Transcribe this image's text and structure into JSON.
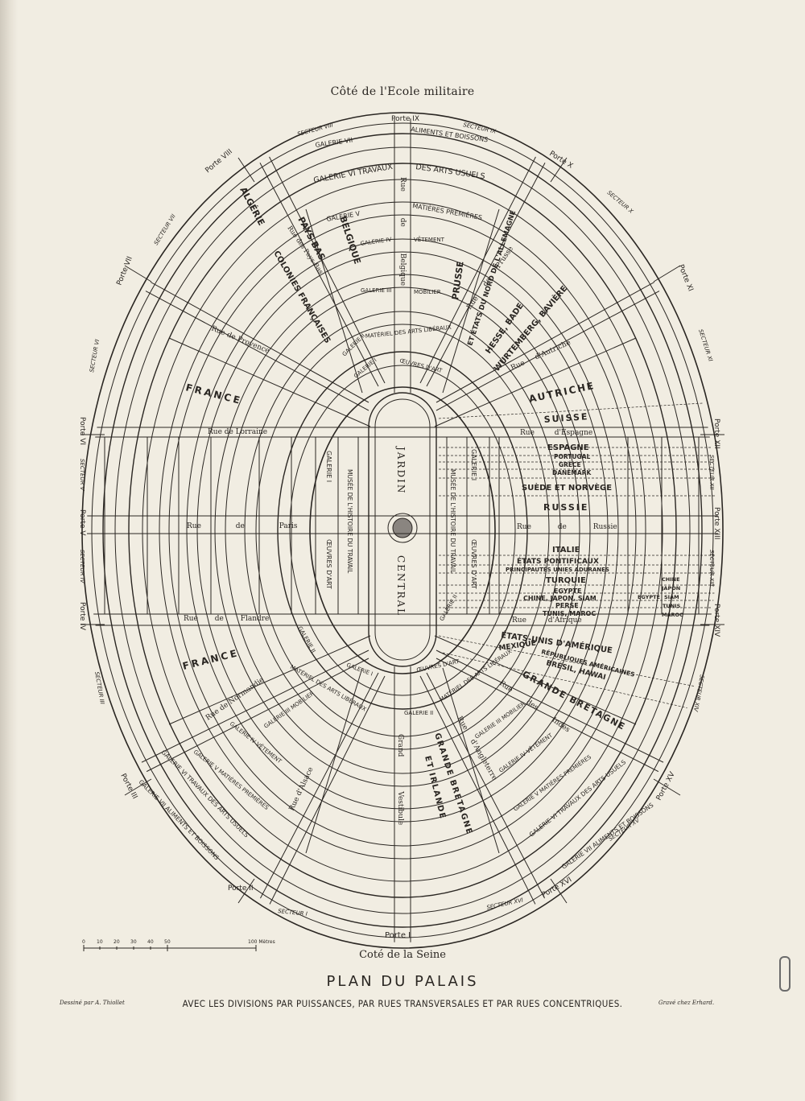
{
  "orientation": {
    "top": "Côté de l'Ecole militaire",
    "bottom": "Coté de la Seine"
  },
  "title": "PLAN DU PALAIS",
  "subtitle": "AVEC LES DIVISIONS PAR PUISSANCES, PAR RUES TRANSVERSALES ET PAR RUES CONCENTRIQUES.",
  "credits": {
    "drawn_by": "Dessiné par A. Thiollet",
    "engraved_by": "Gravé chez Erhard."
  },
  "scale": {
    "ticks": [
      "0",
      "10",
      "20",
      "30",
      "40",
      "50",
      "100 Mètres"
    ]
  },
  "garden": {
    "top": "JARDIN",
    "bottom": "CENTRAL"
  },
  "portes": {
    "p1": "Porte I",
    "p2": "Porte II",
    "p3": "Porte III",
    "p4": "Porte IV",
    "p5": "Porte V",
    "p6": "Porte VI",
    "p7": "Porte VII",
    "p8": "Porte VIII",
    "p9": "Porte IX",
    "p10": "Porte X",
    "p11": "Porte XI",
    "p12": "Porte XII",
    "p13": "Porte XIII",
    "p14": "Porte XIV",
    "p15": "Porte XV",
    "p16": "Porte XVI"
  },
  "secteurs": {
    "s1": "SECTEUR I",
    "s3": "SECTEUR III",
    "s4": "SECTEUR IV",
    "s5": "SECTEUR V",
    "s6": "SECTEUR VI",
    "s7": "SECTEUR VII",
    "s8": "SECTEUR VIII",
    "s9": "SECTEUR IX",
    "s10": "SECTEUR X",
    "s11": "SECTEUR XI",
    "s12": "SECTEUR XII",
    "s13": "SECTEUR XIII",
    "s14": "SECTEUR XIV",
    "s15": "SECTEUR XV",
    "s16": "SECTEUR XVI"
  },
  "galleries": {
    "g7_top_left": "GALERIE VII",
    "g7_top_right": "ALIMENTS ET BOISSONS",
    "g6_top": "GALERIE VI TRAVAUX",
    "g6_top_right": "DES ARTS USUELS",
    "g5_top": "GALERIE V",
    "g5_top_right": "MATIÈRES PREMIÈRES",
    "g4_top": "GALERIE IV",
    "g4_top_right": "VÊTEMENT",
    "g3_top": "GALERIE III",
    "g3_top_right": "MOBILIER",
    "g2_top": "GALERIE II",
    "g2_top_right": "MATÉRIEL DES ARTS LIBÉRAUX",
    "g1_top": "GALERIE I",
    "g1_top_right": "ŒUVRES D'ART",
    "g1_left": "GALERIE I",
    "musee_left": "MUSÉE DE L'HISTOIRE DU TRAVAIL",
    "oeuvres_left": "ŒUVRES D'ART",
    "g1_right": "GALERIE I",
    "musee_right": "MUSÉE DE L'HISTOIRE DU TRAVAIL",
    "oeuvres_right": "ŒUVRES D'ART",
    "g1_bottom": "GALERIE I",
    "g1_bottom_right": "ŒUVRES D'ART",
    "g2_bottom_left": "MATÉRIEL DES ARTS LIBÉRAUX",
    "g2_bottom": "GALERIE II",
    "g2_bottom_right": "MATÉRIEL DES ARTS LIBÉRAUX",
    "g3_bottom_left": "GALERIE III MOBILIER",
    "g3_bottom_right": "GALERIE III MOBILIER",
    "g4_bottom_left": "GALERIE IV VÊTEMENT",
    "g4_bottom_right": "GALERIE IV VÊTEMENT",
    "g5_bottom_left": "GALERIE V MATIÈRES PREMIÈRES",
    "g5_bottom_right": "GALERIE V MATIÈRES PREMIÈRES",
    "g6_bottom_left": "GALERIE VI TRAVAUX DES ARTS USUELS",
    "g6_bottom_right": "GALERIE VI TRAVAUX DES ARTS USUELS",
    "g7_bottom_left": "GALERIE VII ALIMENTS ET BOISSONS",
    "g7_bottom_right": "GALERIE VII ALIMENTS ET BOISSONS",
    "g2_left_bottom": "GALERIE II",
    "g2_right_top": "GALERIE II"
  },
  "streets": {
    "provence": "Rue de Provence",
    "lorraine": "Rue de Lorraine",
    "paris": "Rue de Paris",
    "flandre": "Rue de Flandre",
    "normandie": "Rue de Normandie",
    "alsace": "Rue d'Alsace",
    "paysbas": "Rue des Pays-Bas",
    "belgique": "Rue de Belgique",
    "prusse": "Rue de Prusse",
    "autriche": "Rue d'Autriche",
    "espagne": "Rue d'Espagne",
    "russie": "Rue de Russie",
    "afrique": "Rue d'Afrique",
    "indes": "Rue des Indes",
    "angleterre": "Rue d'Angleterre",
    "grand_vestibule": "Grand Vestibule"
  },
  "nations": {
    "france_top": "FRANCE",
    "france_bottom": "FRANCE",
    "algerie": "ALGÉRIE",
    "colonies": "COLONIES FRANÇAISES",
    "paysbas": "PAYS BAS",
    "belgique": "BELGIQUE",
    "prusse": "PRUSSE",
    "etats_nord": "ET ÉTATS DU NORD DE L'ALLEMAGNE",
    "hesse": "HESSE, BADE",
    "wurtemberg": "WURTEMBERG, BAVIÈRE",
    "autriche": "AUTRICHE",
    "suisse": "SUISSE",
    "espagne": "ESPAGNE",
    "portugal": "PORTUGAL",
    "grece": "GRÈCE",
    "danemark": "DANEMARK",
    "suede": "SUÈDE ET NORVÈGE",
    "russie": "RUSSIE",
    "italie": "ITALIE",
    "etats_pont": "ÉTATS PONTIFICAUX",
    "principautes": "PRINCIPAUTÉS UNIES ADURANES",
    "turquie": "TURQUIE",
    "egypte": "EGYPTE",
    "chine_japon": "CHINE, JAPON, SIAM",
    "perse": "PERSE",
    "tunis": "TUNIS, MAROC",
    "egypte_small": "EGYPTE",
    "chine_list": [
      "CHINE",
      "JAPON",
      "SIAM",
      "TUNIS",
      "MAROC"
    ],
    "etats_unis": "ÉTATS-UNIS D'AMÉRIQUE",
    "mexique": "MEXIQUE",
    "republiques": "RÉPUBLIQUES AMÉRICAINES",
    "bresil": "BRÉSIL, HAWAI",
    "grande_bretagne": "GRANDE BRETAGNE",
    "gb_irlande_1": "GRANDE BRETAGNE",
    "gb_irlande_2": "ET IRLANDE"
  }
}
